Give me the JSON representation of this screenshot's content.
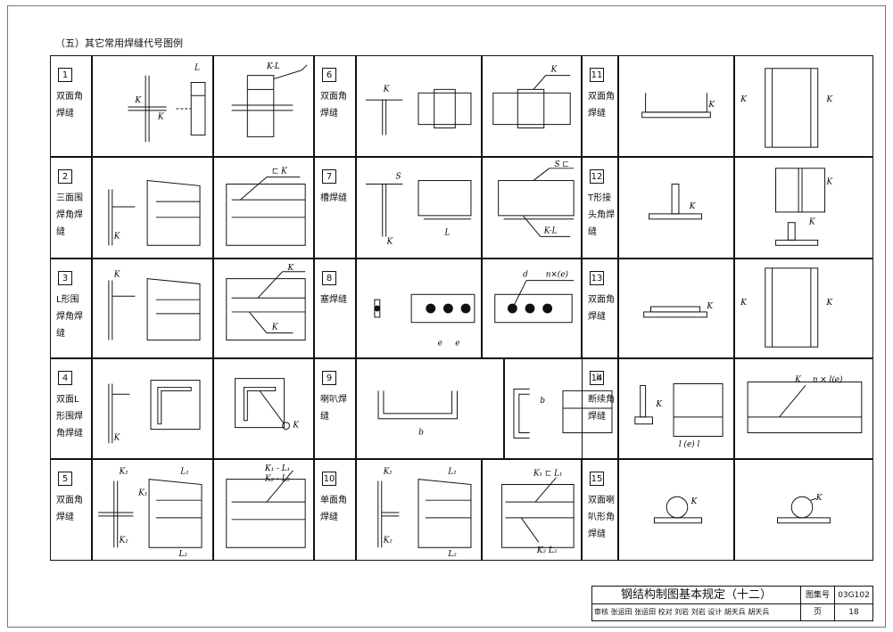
{
  "section_title": "（五）其它常用焊缝代号图例",
  "items": [
    {
      "num": "1",
      "name": "双面角焊缝"
    },
    {
      "num": "2",
      "name": "三面围焊角焊缝"
    },
    {
      "num": "3",
      "name": "L形围焊角焊缝"
    },
    {
      "num": "4",
      "name": "双面L形围焊角焊缝"
    },
    {
      "num": "5",
      "name": "双面角焊缝"
    },
    {
      "num": "6",
      "name": "双面角焊缝"
    },
    {
      "num": "7",
      "name": "槽焊缝"
    },
    {
      "num": "8",
      "name": "塞焊缝"
    },
    {
      "num": "9",
      "name": "喇叭焊缝"
    },
    {
      "num": "10",
      "name": "单面角焊缝"
    },
    {
      "num": "11",
      "name": "双面角焊缝"
    },
    {
      "num": "12",
      "name": "T形接头角焊缝"
    },
    {
      "num": "13",
      "name": "双面角焊缝"
    },
    {
      "num": "14",
      "name": "断续角焊缝"
    },
    {
      "num": "15",
      "name": "双面喇叭形角焊缝"
    }
  ],
  "annotations": {
    "K": "K",
    "L": "L",
    "S": "S",
    "b": "b",
    "d": "d",
    "e": "e",
    "K1": "K₁",
    "K2": "K₂",
    "L1": "L₁",
    "L2": "L₂",
    "KL": "K-L",
    "CK": "⊏ K",
    "SS": "S ⊏",
    "K1L1": "K₁ - L₁",
    "K2L2": "K₂ - L₂",
    "K1L1b": "K₁ ⊏ L₁",
    "K2L2b": "K₂   L₂",
    "nxe": "n×(e)",
    "nxle": "n × l(e)",
    "lel": "l (e) l"
  },
  "title_block": {
    "title": "钢结构制图基本规定（十二）",
    "atlas_label": "图集号",
    "atlas_no": "03G102",
    "row2": "审核 张运田 张运田 校对 刘岩 刘岩 设计 胡天兵 胡天兵",
    "page_label": "页",
    "page_no": "18"
  }
}
